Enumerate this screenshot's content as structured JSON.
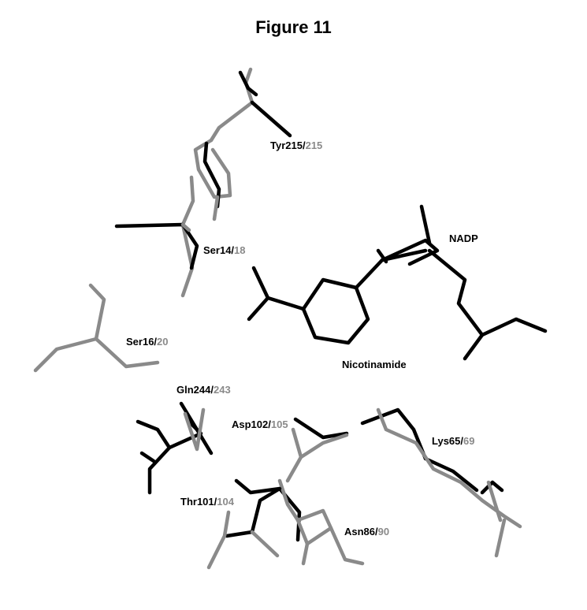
{
  "title": "Figure 11",
  "colors": {
    "structure_a": "#000000",
    "structure_b": "#8a8a8a"
  },
  "residues": [
    {
      "key": "tyr215",
      "name": "Tyr215",
      "sep": "/",
      "alt": "215"
    },
    {
      "key": "ser14",
      "name": "Ser14",
      "sep": "/",
      "alt": "18"
    },
    {
      "key": "ser16",
      "name": "Ser16",
      "sep": "/",
      "alt": "20"
    },
    {
      "key": "gln244",
      "name": "Gln244",
      "sep": "/",
      "alt": "243"
    },
    {
      "key": "asp102",
      "name": "Asp102",
      "sep": "/",
      "alt": "105"
    },
    {
      "key": "lys65",
      "name": "Lys65",
      "sep": "/",
      "alt": "69"
    },
    {
      "key": "thr101",
      "name": "Thr101",
      "sep": "/",
      "alt": "104"
    },
    {
      "key": "asn86",
      "name": "Asn86",
      "sep": "/",
      "alt": "90"
    }
  ],
  "ligands": [
    {
      "key": "nadp",
      "name": "NADP"
    },
    {
      "key": "nicotinamide",
      "name": "Nicotinamide"
    }
  ]
}
